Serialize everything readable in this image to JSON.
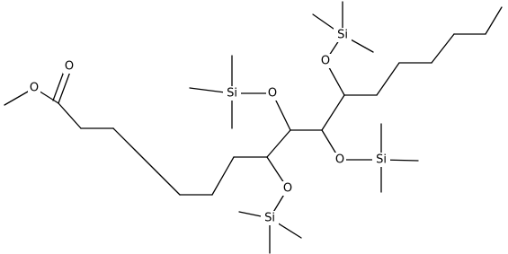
{
  "atom_labels": {
    "ester_carbonyl_o": "O",
    "ester_ether_o": "O",
    "o_c9": "O",
    "o_c10": "O",
    "o_c11": "O",
    "o_c12": "O",
    "si_c9": "Si",
    "si_c10": "Si",
    "si_c11": "Si",
    "si_c12": "Si"
  }
}
